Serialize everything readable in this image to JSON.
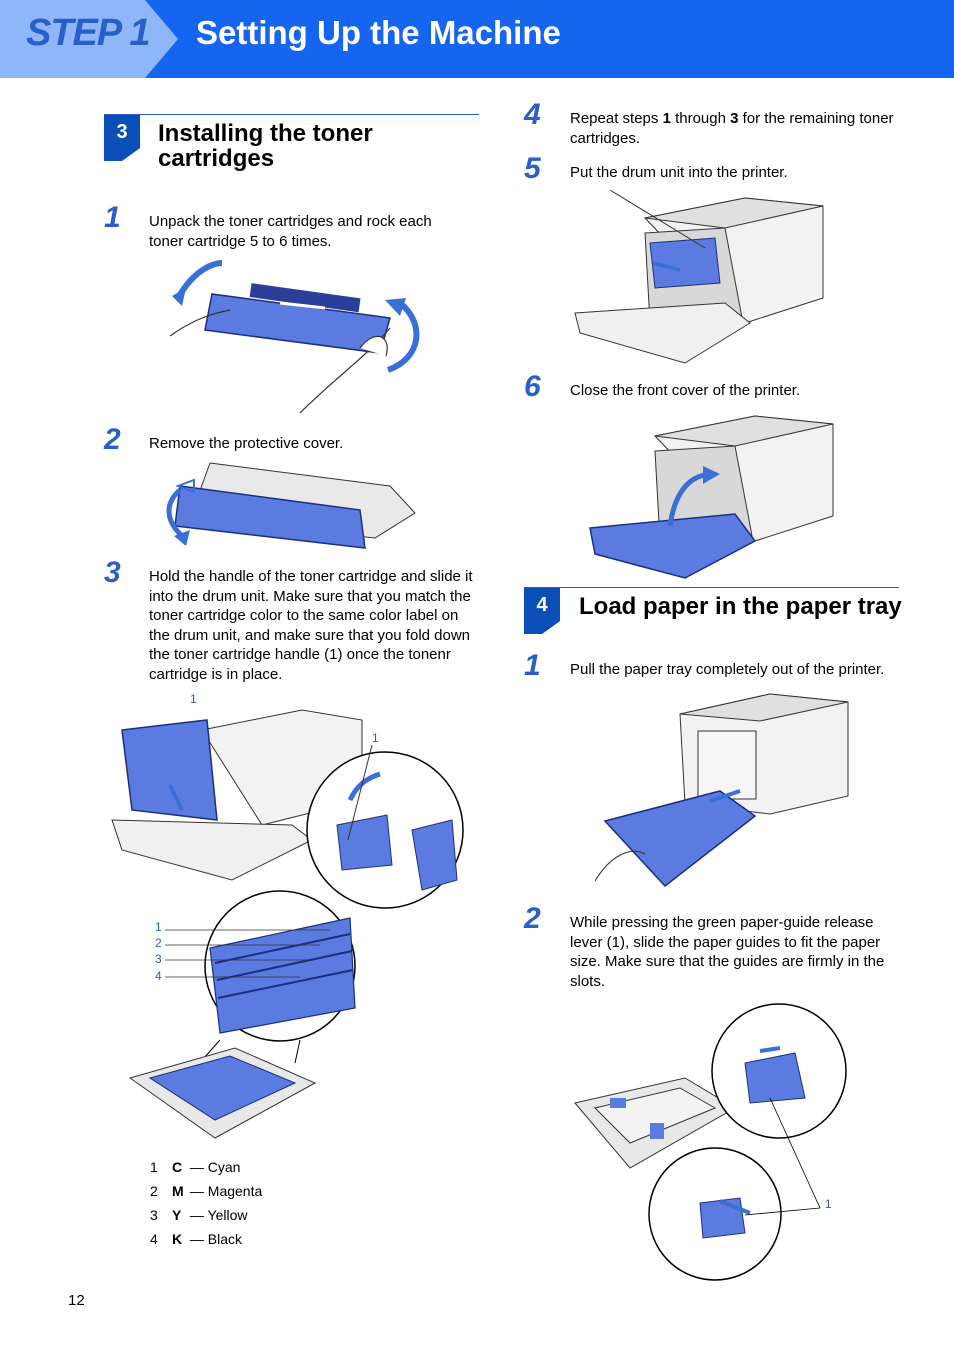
{
  "header": {
    "step_label": "STEP 1",
    "title": "Setting Up the Machine"
  },
  "section3": {
    "number": "3",
    "title_line1": "Installing the toner",
    "title_line2": "cartridges",
    "steps": [
      {
        "num": "1",
        "text": "Unpack the toner cartridges and rock each toner cartridge 5 to 6 times."
      },
      {
        "num": "2",
        "text": "Remove the protective cover."
      },
      {
        "num": "3",
        "text": "Hold the handle of the toner cartridge and slide it into the drum unit. Make sure that you match the toner cartridge color to the same color label on the drum unit, and make sure that you fold down the toner cartridge handle (1) once the tonenr cartridge is in place."
      }
    ],
    "callouts": {
      "handle_a": "1",
      "handle_b": "1",
      "slots": [
        "1",
        "2",
        "3",
        "4"
      ]
    },
    "legend": [
      {
        "n": "1",
        "letter": "C",
        "color": "— Cyan"
      },
      {
        "n": "2",
        "letter": "M",
        "color": "— Magenta"
      },
      {
        "n": "3",
        "letter": "Y",
        "color": "— Yellow"
      },
      {
        "n": "4",
        "letter": "K",
        "color": "— Black"
      }
    ]
  },
  "right_steps": {
    "step4_num": "4",
    "step4_pre": "Repeat steps ",
    "step4_b1": "1",
    "step4_mid": " through ",
    "step4_b2": "3",
    "step4_post": " for the remaining toner cartridges.",
    "step5_num": "5",
    "step5_text": "Put the drum unit into the printer.",
    "step6_num": "6",
    "step6_text": "Close the front cover of the printer."
  },
  "section4": {
    "number": "4",
    "title": "Load paper in the paper tray",
    "steps": [
      {
        "num": "1",
        "text": "Pull the paper tray completely out of the printer."
      },
      {
        "num": "2",
        "text": "While pressing the green paper-guide release lever (1), slide the paper guides to fit the paper size. Make sure that the guides are firmly in the slots."
      }
    ],
    "callout": "1"
  },
  "footer": {
    "page_number": "12"
  },
  "colors": {
    "header_blue": "#1565f0",
    "accent_blue": "#2a5fc8",
    "illustration_blue": "#5b7be0"
  }
}
